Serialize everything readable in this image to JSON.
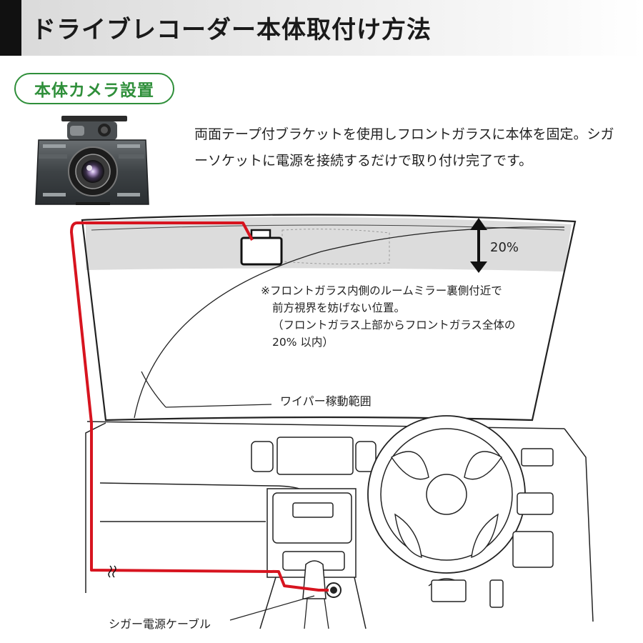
{
  "header": {
    "title": "ドライブレコーダー本体取付け方法"
  },
  "section": {
    "title": "本体カメラ設置"
  },
  "product_image": {
    "icon": "dashcam-product-photo"
  },
  "description": "両面テープ付ブラケットを使用しフロントガラスに本体を固定。シガーソケットに電源を接続するだけで取り付け完了です。",
  "diagram": {
    "height_indicator": "20%",
    "note_lines": [
      "※フロントガラス内側のルームミラー裏側付近で",
      "前方視界を妨げない位置。",
      "（フロントガラス上部からフロントガラス全体の",
      "20% 以内）"
    ],
    "wiper_label": "ワイパー稼動範囲",
    "cable_label": "シガー電源ケーブル",
    "colors": {
      "cable": "#d7141f",
      "tint": "#d9d9d9",
      "section_accent": "#2f8f3a"
    }
  }
}
